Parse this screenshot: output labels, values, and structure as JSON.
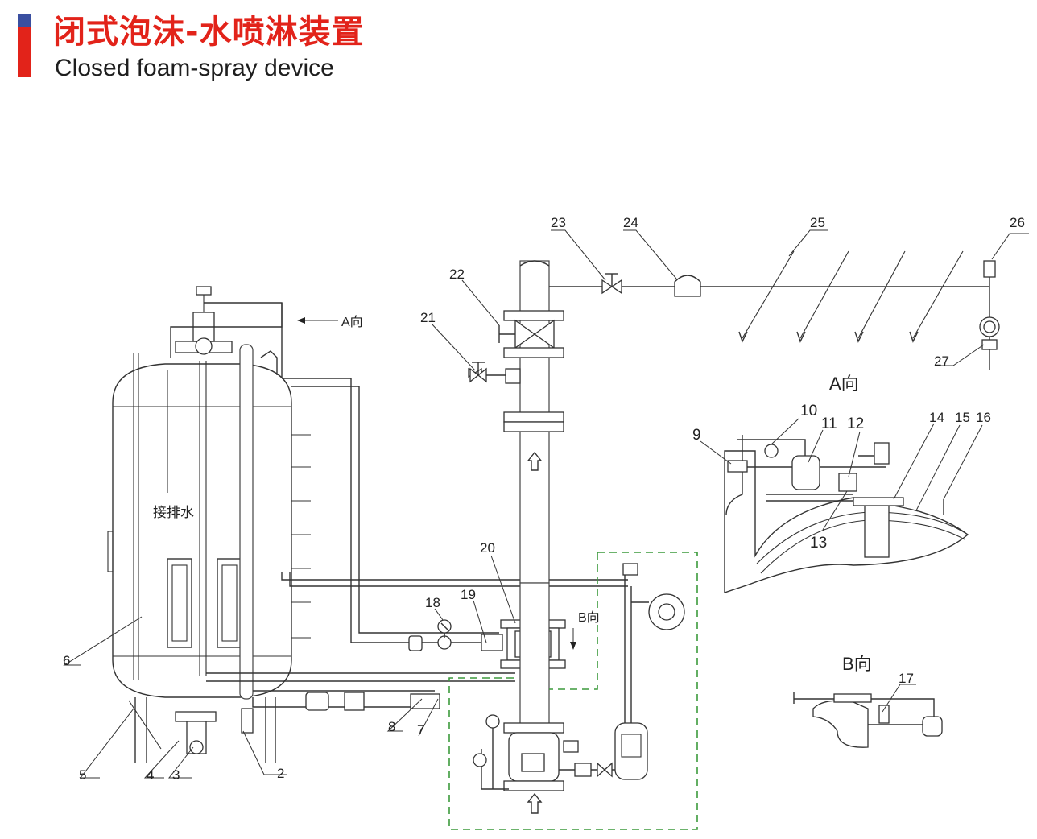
{
  "header": {
    "title_cn": "闭式泡沫-水喷淋装置",
    "title_en": "Closed foam-spray device",
    "accent_color": "#e2231a",
    "accent_color_top": "#3a4fa0"
  },
  "diagram": {
    "tank_label": "接排水",
    "view_labels": {
      "view_a": "A向",
      "view_b": "B向"
    },
    "callouts": [
      "2",
      "3",
      "4",
      "5",
      "6",
      "7",
      "8",
      "9",
      "10",
      "11",
      "12",
      "13",
      "14",
      "15",
      "16",
      "17",
      "18",
      "19",
      "20",
      "21",
      "22",
      "23",
      "24",
      "25",
      "26",
      "27"
    ],
    "zone_color": "#3c9a3c"
  }
}
